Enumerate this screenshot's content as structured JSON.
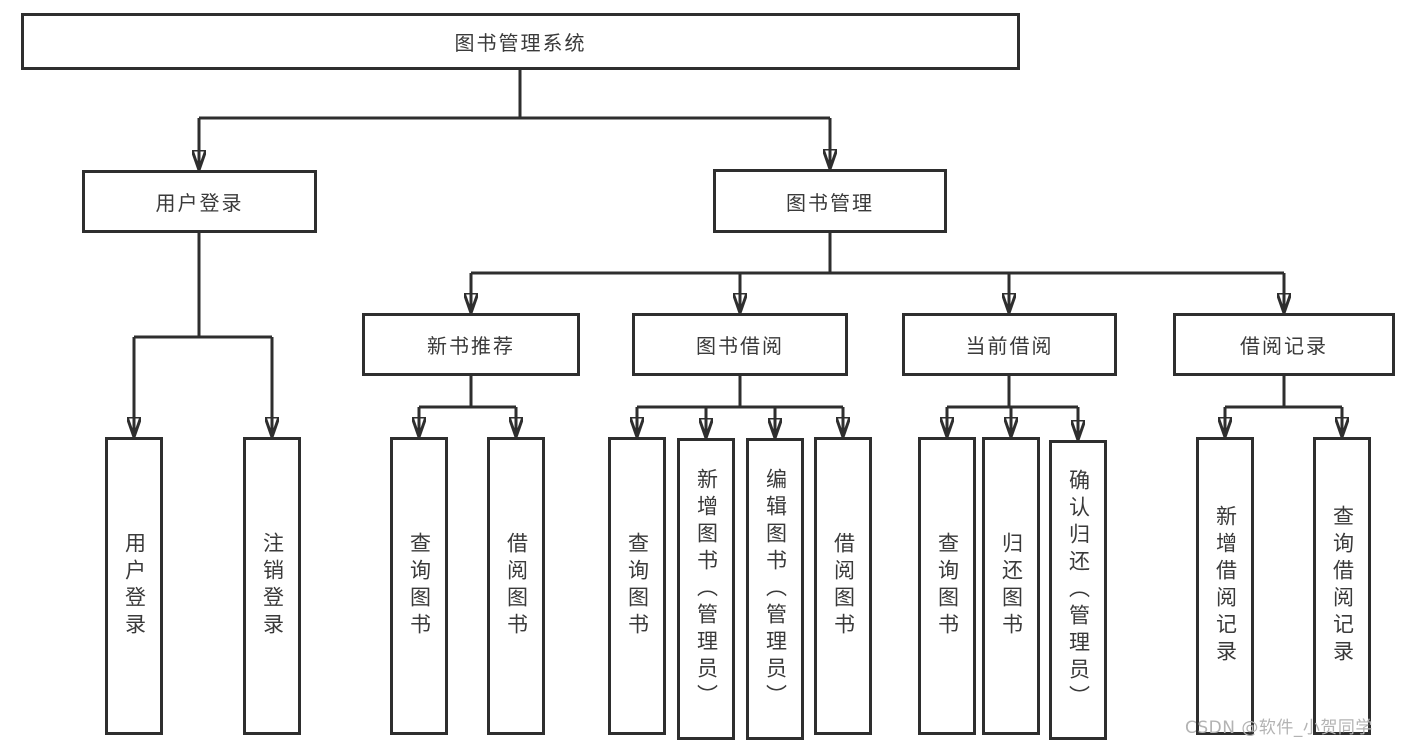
{
  "diagram": {
    "type": "hierarchy-tree",
    "colors": {
      "line": "#2e2e2e",
      "box_border": "#2e2e2e",
      "box_fill": "#ffffff",
      "text": "#3a3a3a",
      "watermark": "#b3b3b3",
      "background": "#ffffff"
    }
  },
  "tree": {
    "root": {
      "label": "图书管理系统",
      "children": [
        {
          "label": "用户登录",
          "children": [
            {
              "label": "用户登录"
            },
            {
              "label": "注销登录"
            }
          ]
        },
        {
          "label": "图书管理",
          "children": [
            {
              "label": "新书推荐",
              "children": [
                {
                  "label": "查询图书"
                },
                {
                  "label": "借阅图书"
                }
              ]
            },
            {
              "label": "图书借阅",
              "children": [
                {
                  "label": "查询图书"
                },
                {
                  "label": "新增图书（管理员）"
                },
                {
                  "label": "编辑图书（管理员）"
                },
                {
                  "label": "借阅图书"
                }
              ]
            },
            {
              "label": "当前借阅",
              "children": [
                {
                  "label": "查询图书"
                },
                {
                  "label": "归还图书"
                },
                {
                  "label": "确认归还（管理员）"
                }
              ]
            },
            {
              "label": "借阅记录",
              "children": [
                {
                  "label": "新增借阅记录"
                },
                {
                  "label": "查询借阅记录"
                }
              ]
            }
          ]
        }
      ]
    }
  },
  "watermark": {
    "text": "CSDN @软件_小贺同学"
  }
}
